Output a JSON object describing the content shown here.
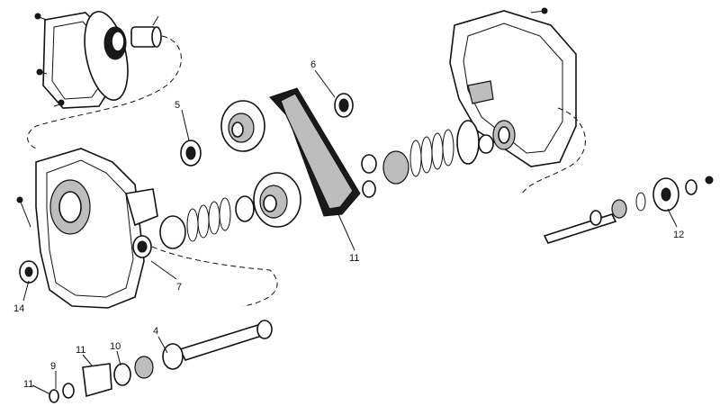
{
  "callouts": [
    {
      "id": "5",
      "text": "5"
    },
    {
      "id": "6",
      "text": "6"
    },
    {
      "id": "11-chain",
      "text": "11"
    },
    {
      "id": "12",
      "text": "12"
    },
    {
      "id": "14",
      "text": "14"
    },
    {
      "id": "7",
      "text": "7"
    },
    {
      "id": "4",
      "text": "4"
    },
    {
      "id": "10",
      "text": "10"
    },
    {
      "id": "11-lower",
      "text": "11"
    },
    {
      "id": "9",
      "text": "9"
    },
    {
      "id": "11-bottom",
      "text": "11"
    }
  ],
  "colors": {
    "ink": "#111111",
    "background": "#ffffff",
    "shade": "#bdbdbd"
  }
}
